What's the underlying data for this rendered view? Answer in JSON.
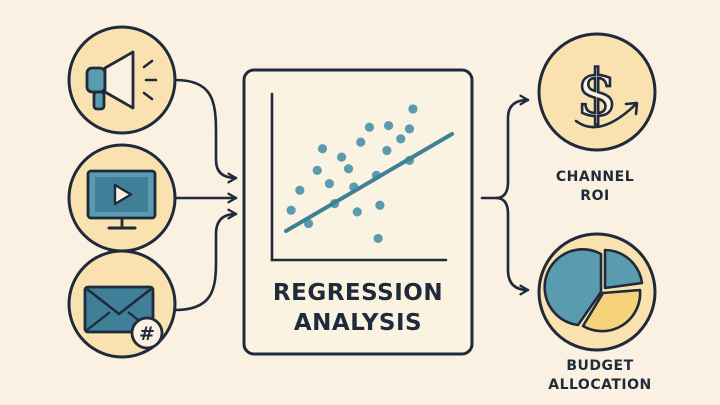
{
  "diagram": {
    "center": {
      "title_line1": "REGRESSION",
      "title_line2": "ANALYSIS"
    },
    "inputs": [
      {
        "name": "megaphone-icon"
      },
      {
        "name": "monitor-play-icon"
      },
      {
        "name": "email-hashtag-icon",
        "badge": "#"
      }
    ],
    "outputs": [
      {
        "icon": "dollar-growth-icon",
        "glyph": "$",
        "line1": "CHANNEL",
        "line2": "ROI"
      },
      {
        "icon": "pie-chart-icon",
        "line1": "BUDGET",
        "line2": "ALLOCATION"
      }
    ],
    "scatter_points": [
      [
        0.16,
        0.58
      ],
      [
        0.26,
        0.46
      ],
      [
        0.11,
        0.7
      ],
      [
        0.21,
        0.78
      ],
      [
        0.33,
        0.54
      ],
      [
        0.4,
        0.38
      ],
      [
        0.36,
        0.66
      ],
      [
        0.47,
        0.56
      ],
      [
        0.51,
        0.29
      ],
      [
        0.56,
        0.2
      ],
      [
        0.6,
        0.49
      ],
      [
        0.62,
        0.67
      ],
      [
        0.66,
        0.34
      ],
      [
        0.67,
        0.19
      ],
      [
        0.74,
        0.27
      ],
      [
        0.79,
        0.4
      ],
      [
        0.79,
        0.21
      ],
      [
        0.81,
        0.09
      ],
      [
        0.49,
        0.71
      ],
      [
        0.61,
        0.87
      ],
      [
        0.29,
        0.33
      ],
      [
        0.44,
        0.45
      ]
    ],
    "colors": {
      "background": "#faf1e2",
      "circle_fill": "#f9e2b0",
      "panel_fill": "#fbf3e2",
      "stroke": "#1f2a3a",
      "teal": "#5a9bb0",
      "dark_teal": "#3f7f97",
      "yellow": "#f6d27a"
    }
  }
}
